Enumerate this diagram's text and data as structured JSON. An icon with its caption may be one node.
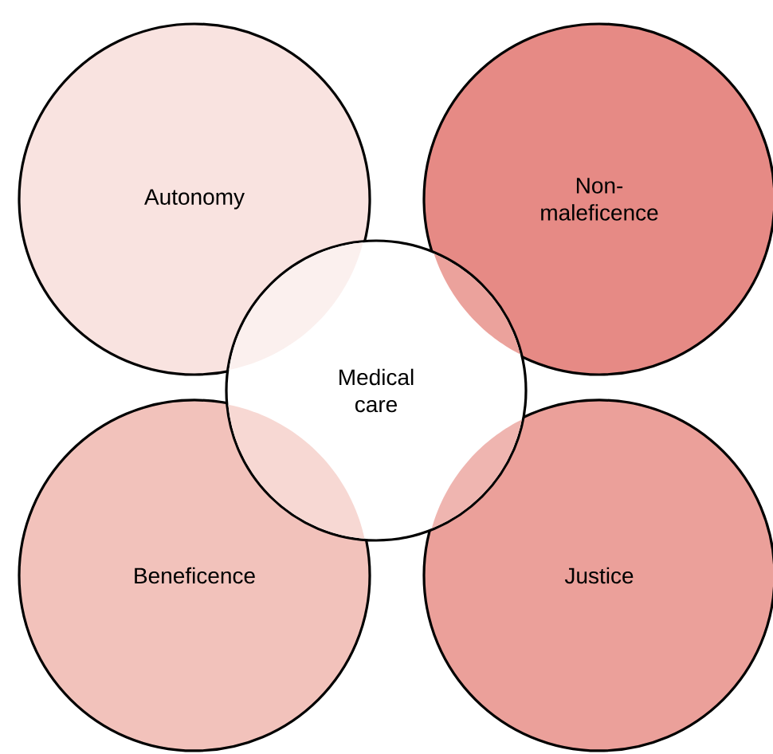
{
  "diagram": {
    "nodes": [
      {
        "text": [
          "Autonomy"
        ]
      },
      {
        "text": [
          "Non-maleficence"
        ]
      },
      {
        "text": [
          "Medical care"
        ]
      },
      {
        "text": [
          "Beneficence"
        ]
      },
      {
        "text": [
          "Justice"
        ]
      }
    ]
  }
}
